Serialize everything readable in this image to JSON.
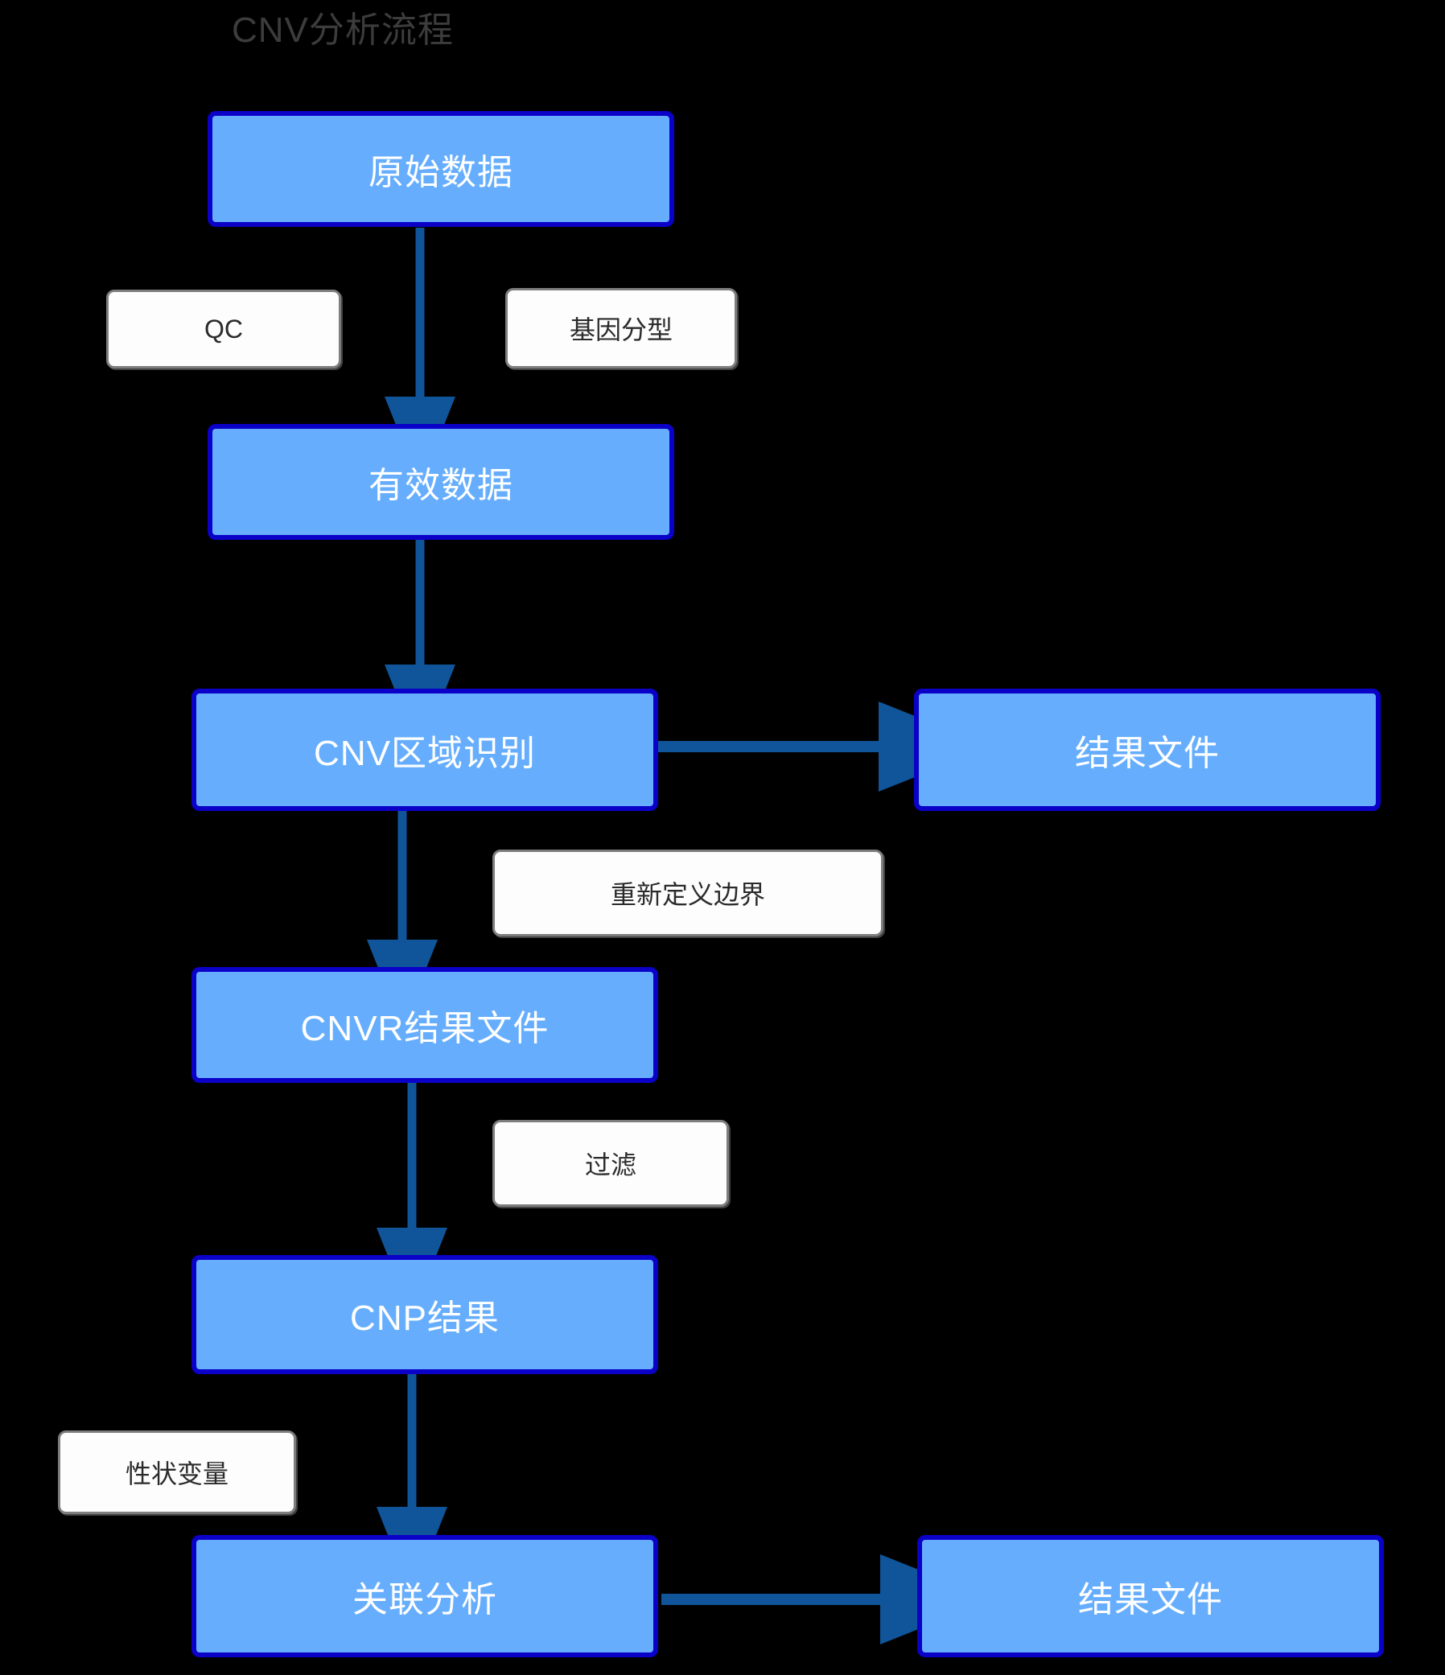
{
  "diagram": {
    "title": "CNV分析流程",
    "background_color": "#000000",
    "node_fill": "#66aefd",
    "node_border": "#0a00c8",
    "node_text_color": "#ffffff",
    "label_fill": "#fdfdfd",
    "label_border": "#7d7d7d",
    "arrow_color": "#10559a",
    "title_color": "#3c3c3c"
  },
  "nodes": [
    {
      "id": "raw-data",
      "label": "原始数据"
    },
    {
      "id": "valid-data",
      "label": "有效数据"
    },
    {
      "id": "cnv-region",
      "label": "CNV区域识别"
    },
    {
      "id": "result-file-1",
      "label": "结果文件"
    },
    {
      "id": "cnvr-result-file",
      "label": "CNVR结果文件"
    },
    {
      "id": "cnp-result",
      "label": "CNP结果"
    },
    {
      "id": "assoc-analysis",
      "label": "关联分析"
    },
    {
      "id": "result-file-2",
      "label": "结果文件"
    }
  ],
  "edge_labels": [
    {
      "id": "qc",
      "label": "QC"
    },
    {
      "id": "genotyping",
      "label": "基因分型"
    },
    {
      "id": "redefine",
      "label": "重新定义边界"
    },
    {
      "id": "filter",
      "label": "过滤"
    },
    {
      "id": "trait-variable",
      "label": "性状变量"
    }
  ],
  "edges": [
    {
      "from": "raw-data",
      "to": "valid-data",
      "direction": "down"
    },
    {
      "from": "valid-data",
      "to": "cnv-region",
      "direction": "down"
    },
    {
      "from": "cnv-region",
      "to": "result-file-1",
      "direction": "right"
    },
    {
      "from": "cnv-region",
      "to": "cnvr-result-file",
      "direction": "down"
    },
    {
      "from": "cnvr-result-file",
      "to": "cnp-result",
      "direction": "down"
    },
    {
      "from": "cnp-result",
      "to": "assoc-analysis",
      "direction": "down"
    },
    {
      "from": "assoc-analysis",
      "to": "result-file-2",
      "direction": "right"
    }
  ]
}
